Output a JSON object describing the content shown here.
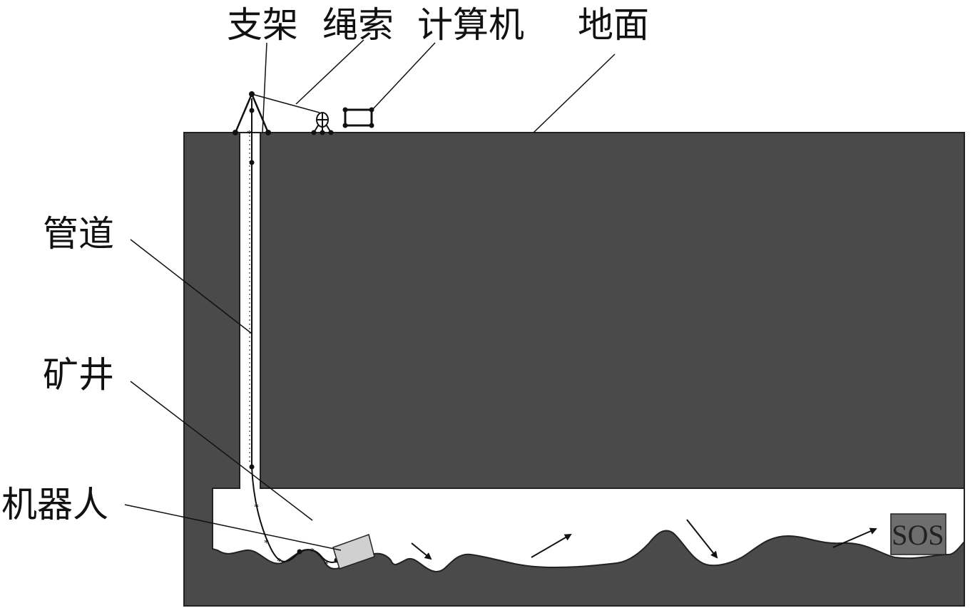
{
  "labels": {
    "support": "支架",
    "rope": "绳索",
    "computer": "计算机",
    "ground": "地面",
    "pipe": "管道",
    "shaft": "矿井",
    "robot": "机器人",
    "sos": "SOS"
  },
  "colors": {
    "earth": "#4a4a4a",
    "tunnel": "#ffffff",
    "sos_box": "#6e6e6e",
    "robot_box": "#d0d0d0",
    "line": "#111111"
  }
}
